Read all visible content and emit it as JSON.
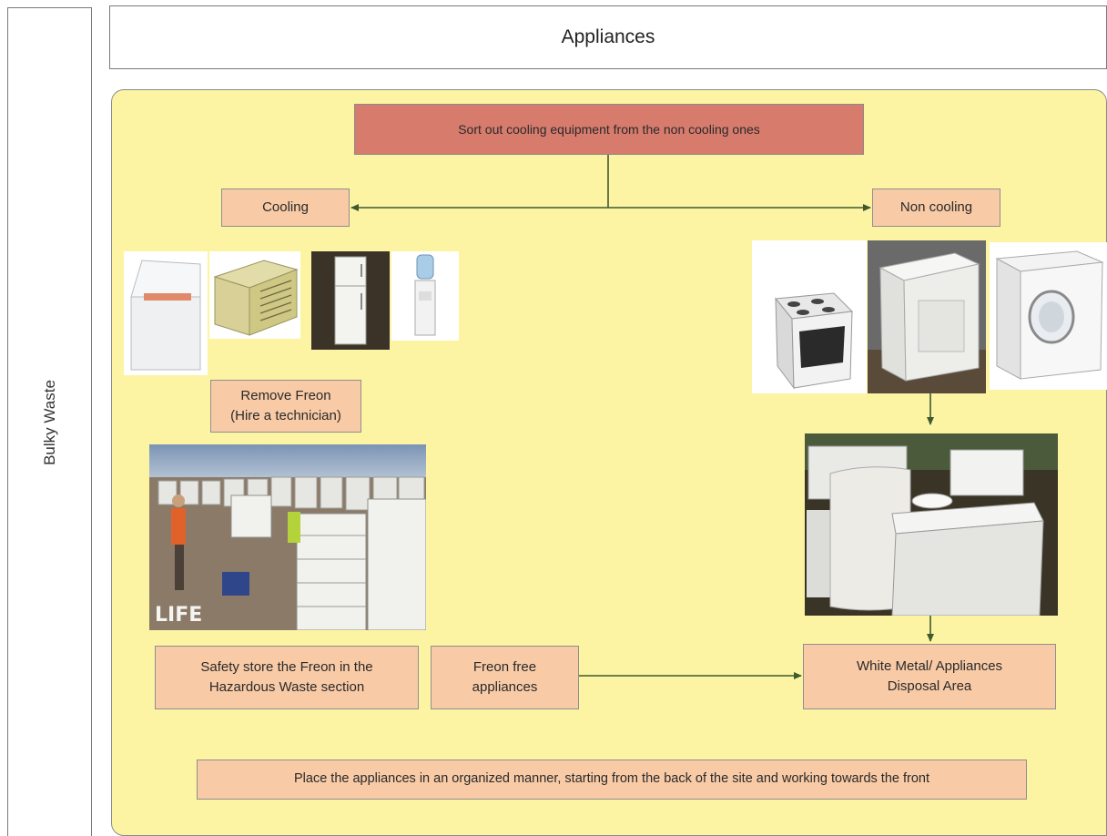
{
  "lane": {
    "label": "Bulky Waste"
  },
  "header": {
    "title": "Appliances"
  },
  "flow": {
    "top_box": "Sort out cooling equipment from the non cooling ones",
    "cooling": "Cooling",
    "non_cooling": "Non cooling",
    "remove_freon_line1": "Remove Freon",
    "remove_freon_line2": "(Hire a technician)",
    "safety_line1": "Safety store the Freon in the",
    "safety_line2": "Hazardous Waste section",
    "freon_free_line1": "Freon free",
    "freon_free_line2": "appliances",
    "disposal_line1": "White Metal/ Appliances",
    "disposal_line2": "Disposal Area",
    "bottom_note": "Place the appliances in an organized manner, starting from the back of the site and working towards the front"
  },
  "photos": {
    "life_watermark": "LIFE"
  },
  "colors": {
    "panel": "#fcf4a3",
    "box": "#f8caa6",
    "top_box": "#d77b6d",
    "connector": "#3f5a2e"
  }
}
